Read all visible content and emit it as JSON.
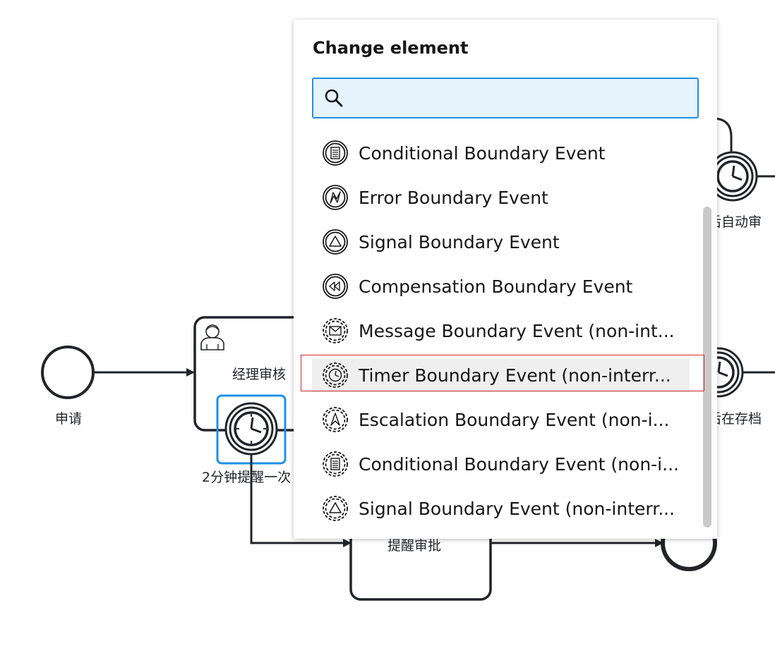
{
  "diagram": {
    "labels": {
      "start_event": "申请",
      "manager_task": "经理审核",
      "timer_event": "2分钟提醒一次",
      "remind_task": "提醒审批",
      "auto_approve": "后自动审",
      "archive": "后在存档"
    }
  },
  "popup": {
    "title": "Change element",
    "search": {
      "value": "",
      "placeholder": ""
    },
    "entries": [
      {
        "label": "Conditional Boundary Event",
        "icon": "conditional-boundary-icon"
      },
      {
        "label": "Error Boundary Event",
        "icon": "error-boundary-icon"
      },
      {
        "label": "Signal Boundary Event",
        "icon": "signal-boundary-icon"
      },
      {
        "label": "Compensation Boundary Event",
        "icon": "compensation-boundary-icon"
      },
      {
        "label": "Message Boundary Event (non-int...",
        "icon": "message-boundary-non-interrupting-icon"
      },
      {
        "label": "Timer Boundary Event (non-interr...",
        "icon": "timer-boundary-non-interrupting-icon"
      },
      {
        "label": "Escalation Boundary Event (non-i...",
        "icon": "escalation-boundary-non-interrupting-icon"
      },
      {
        "label": "Conditional Boundary Event (non-i...",
        "icon": "conditional-boundary-non-interrupting-icon"
      },
      {
        "label": "Signal Boundary Event (non-interr...",
        "icon": "signal-boundary-non-interrupting-icon"
      }
    ],
    "active_entry_index": 5
  },
  "colors": {
    "stroke": "#22242a",
    "selection": "#1e90e6",
    "search_bg": "#e6f3fc",
    "highlight": "#d12a2a",
    "active_bg": "#efefef"
  }
}
